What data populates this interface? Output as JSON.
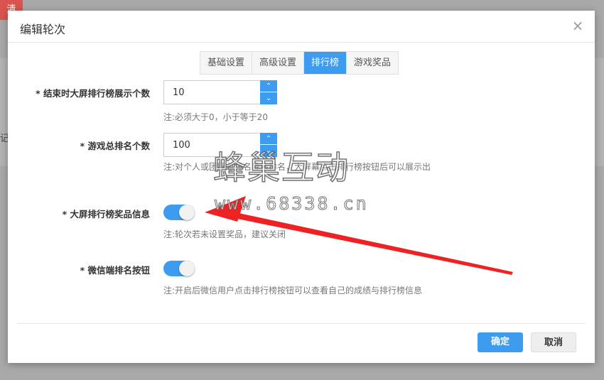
{
  "backdrop": {
    "badge": "清",
    "edge_text": "记"
  },
  "modal": {
    "title": "编辑轮次",
    "close_glyph": "×"
  },
  "tabs": [
    {
      "label": "基础设置",
      "active": false
    },
    {
      "label": "高级设置",
      "active": false
    },
    {
      "label": "排行榜",
      "active": true
    },
    {
      "label": "游戏奖品",
      "active": false
    }
  ],
  "form": {
    "field1": {
      "label": "* 结束时大屏排行榜展示个数",
      "value": "10",
      "note": "注:必须大于0，小于等于20"
    },
    "field2": {
      "label": "* 游戏总排名个数",
      "value": "100",
      "note": "注:对个人或团队总排名降序排名，大屏幕点击排行榜按钮后可以展示出"
    },
    "field3": {
      "label": "* 大屏排行榜奖品信息",
      "toggle": "on",
      "note": "注:轮次若未设置奖品，建议关闭"
    },
    "field4": {
      "label": "* 微信端排名按钮",
      "toggle": "on",
      "note": "注:开启后微信用户点击排行榜按钮可以查看自己的成绩与排行榜信息"
    }
  },
  "buttons": {
    "ok": "确定",
    "cancel": "取消"
  },
  "watermark": {
    "cn": "蜂巢互动",
    "url": "www.68338.cn"
  },
  "spin_up": "⌃",
  "spin_down": "⌄",
  "colors": {
    "primary": "#3d9cf0",
    "arrow": "#ee2222"
  }
}
